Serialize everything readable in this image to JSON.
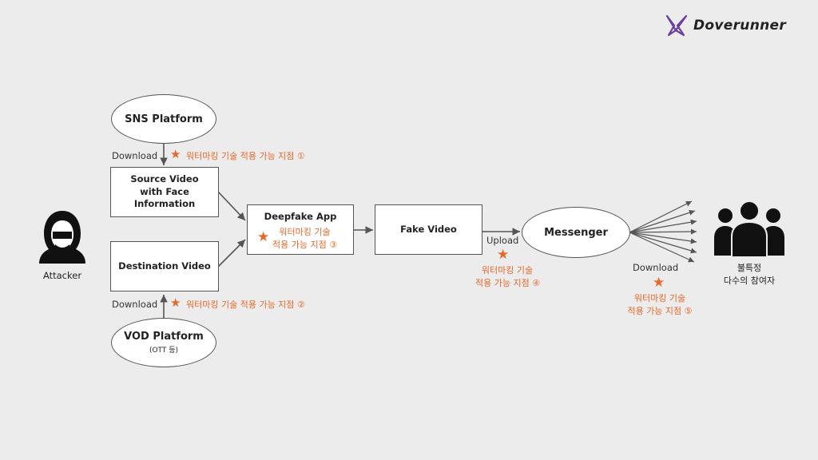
{
  "brand": {
    "name": "Doverunner",
    "accent": "#e8682a",
    "logo_color": "#6a3fa0"
  },
  "nodes": {
    "sns": "SNS Platform",
    "vod_title": "VOD Platform",
    "vod_sub": "(OTT 등)",
    "source_line1": "Source Video",
    "source_line2": "with Face Information",
    "destination": "Destination Video",
    "deepfake": "Deepfake App",
    "fake": "Fake Video",
    "messenger": "Messenger"
  },
  "actors": {
    "attacker": "Attacker",
    "audience_line1": "불특정",
    "audience_line2": "다수의 참여자"
  },
  "edges": {
    "download_top": "Download",
    "download_bottom": "Download",
    "upload": "Upload",
    "download_right": "Download"
  },
  "watermark_points": {
    "p1": "워터마킹 기술 적용 가능 지점 ①",
    "p2": "워터마킹 기술 적용 가능 지점 ②",
    "p3_line1": "워터마킹 기술",
    "p3_line2": "적용 가능 지점 ③",
    "p4_line1": "워터마킹 기술",
    "p4_line2": "적용 가능 지점 ④",
    "p5_line1": "워터마킹 기술",
    "p5_line2": "적용 가능 지점 ⑤"
  },
  "icons": {
    "star": "★",
    "logo": "butterfly-logo-icon",
    "attacker": "hooded-hacker-icon",
    "audience": "people-group-icon"
  }
}
